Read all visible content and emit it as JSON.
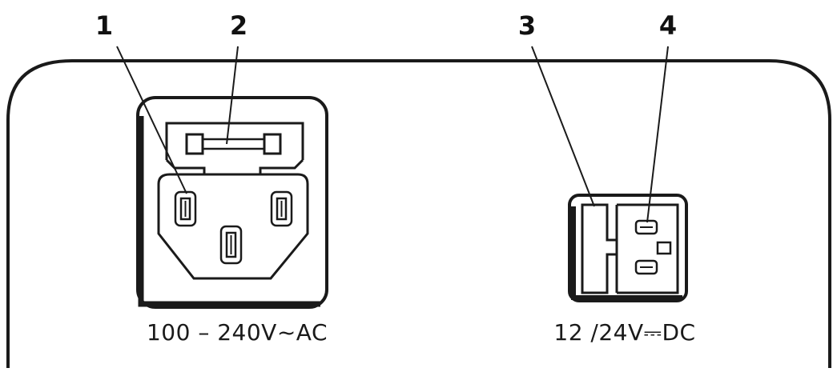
{
  "callouts": [
    "1",
    "2",
    "3",
    "4"
  ],
  "labels": {
    "ac_input": "100 – 240V~AC",
    "dc_input": "12 /24V⎓DC"
  },
  "colors": {
    "stroke": "#1a1a1a",
    "background": "#ffffff"
  }
}
